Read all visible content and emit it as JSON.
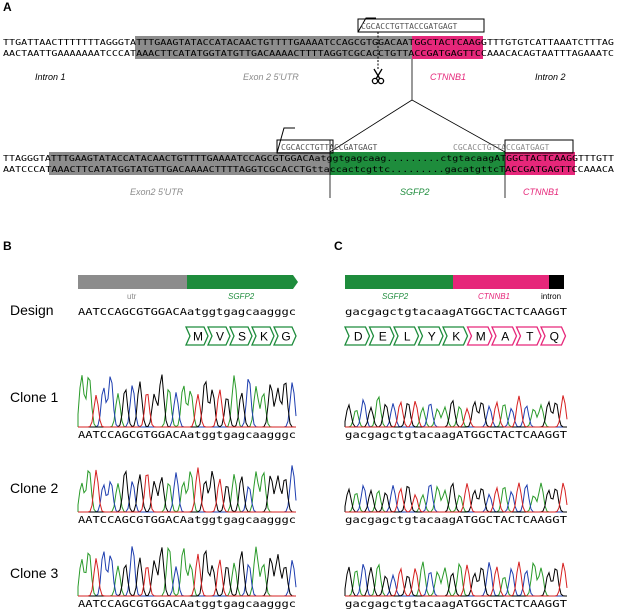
{
  "colors": {
    "exon_gray": "#8c8c8c",
    "green": "#1e8c3c",
    "magenta": "#e6277a",
    "black": "#000000",
    "trace_blue": "#1f3fb0",
    "trace_red": "#d62020",
    "trace_green": "#2a9a2a",
    "trace_black": "#000000"
  },
  "panel_a": {
    "letter": "A",
    "top_seq_1": "TTGATTAACTTTTTTTAGGGTATTTGAAGTATACCATACAACTGTTTTGAAAATCCAGCGTGGACAATGGCTACTCAAGGTTTGTGTCATTAAATCTTTAG",
    "top_seq_2": "AACTAATTGAAAAAAATCCCATAAACTTCATATGGTATGTTGACAAAACTTTTAGGTCGCACCTGTTACCGATGAGTTCCAAACACAGTAATTTAGAAATC",
    "guide_top": "CGCACCTGTTACCGATGAGT",
    "label_intron1": "Intron 1",
    "label_exon2": "Exon 2 5'UTR",
    "label_ctnnb1": "CTNNB1",
    "label_intron2": "Intron 2",
    "cut_icon": "scissors-icon",
    "bot_seq_1": "TTAGGGTATTTGAAGTATACCATACAACTGTTTTGAAAATCCAGCGTGGACAatggtgagcaag.........ctgtacaagATGGCTACTCAAGGTTTGTT",
    "bot_seq_2": "AATCCCATAAACTTCATATGGTATGTTGACAAAACTTTTAGGTCGCACCTGttaccactcgttc.........gacatgttcTACCGATGAGTTCCAAACA",
    "guide_left": "CGCACCTGTTACCGATGAGT",
    "guide_right": "CGCACCTGTTACCGATGAGT",
    "label_exon2_bot": "Exon2 5'UTR",
    "label_sgfp2": "SGFP2",
    "label_ctnnb1_bot": "CTNNB1"
  },
  "panel_b": {
    "letter": "B",
    "bar_label_utr": "utr",
    "bar_label_sgfp2": "SGFP2",
    "design_seq": "AATCCAGCGTGGACAatggtgagcaagggc",
    "amino_acids": [
      "M",
      "V",
      "S",
      "K",
      "G"
    ],
    "clone_seqs": [
      "AATCCAGCGTGGACAatggtgagcaagggc",
      "AATCCAGCGTGGACAatggtgagcaagggc",
      "AATCCAGCGTGGACAatggtgagcaagggc"
    ]
  },
  "panel_c": {
    "letter": "C",
    "bar_label_sgfp2": "SGFP2",
    "bar_label_ctnnb1": "CTNNB1",
    "bar_label_intron": "intron",
    "design_seq": "gacgagctgtacaagATGGCTACTCAAGGT",
    "amino_acids": [
      "D",
      "E",
      "L",
      "Y",
      "K",
      "M",
      "A",
      "T",
      "Q"
    ],
    "aa_colors": [
      "green",
      "green",
      "green",
      "green",
      "green",
      "magenta",
      "magenta",
      "magenta",
      "magenta"
    ],
    "clone_seqs": [
      "gacgagctgtacaagATGGCTACTCAAGGT",
      "gacgagctgtacaagATGGCTACTCAAGGT",
      "gacgagctgtacaagATGGCTACTCAAGGT"
    ]
  },
  "row_labels": {
    "design": "Design",
    "clones": [
      "Clone 1",
      "Clone 2",
      "Clone 3"
    ]
  }
}
